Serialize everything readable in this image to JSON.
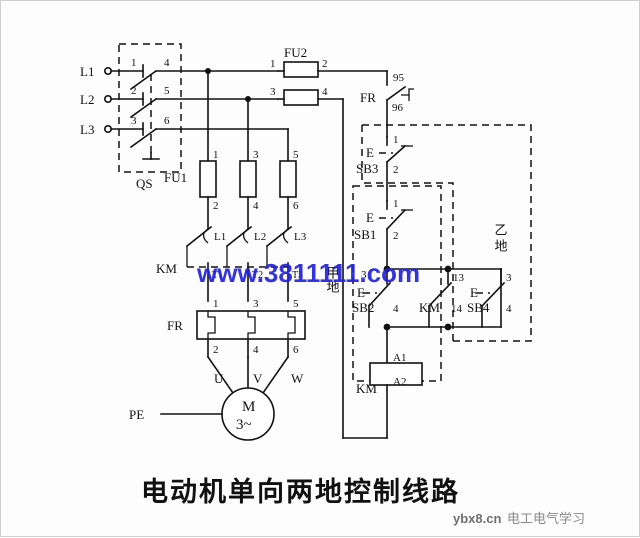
{
  "document": {
    "title": "电动机单向两地控制线路",
    "title_pinyin_meaning": "Motor one-way two-location control circuit",
    "background": "#ffffff",
    "line_color": "#111111"
  },
  "watermarks": {
    "center_blue": "www.3811111.com",
    "center_blue_color": "#2222dd",
    "bottom_right_site": "ybx8.cn",
    "bottom_right_text": "电工电气学习",
    "bottom_right_color": "#8a8a8a"
  },
  "supply": {
    "phases": [
      "L1",
      "L2",
      "L3"
    ],
    "earth": "PE"
  },
  "devices": [
    {
      "tag": "QS",
      "name": "isolator-switch",
      "type": "三极隔离开关",
      "terminals_in": [
        "1",
        "2",
        "3"
      ],
      "terminals_out": [
        "4",
        "5",
        "6"
      ]
    },
    {
      "tag": "FU1",
      "name": "main-fuses",
      "type": "主电路熔断器",
      "terminals_top": [
        "1",
        "3",
        "5"
      ],
      "terminals_bottom": [
        "2",
        "4",
        "6"
      ]
    },
    {
      "tag": "FU2",
      "name": "control-fuses",
      "type": "控制电路熔断器",
      "fuse_a": {
        "in": "1",
        "out": "2"
      },
      "fuse_b": {
        "in": "3",
        "out": "4"
      }
    },
    {
      "tag": "KM",
      "name": "contactor-main-contacts",
      "type": "接触器主触点",
      "contact_tops": [
        "L1",
        "L2",
        "L3"
      ],
      "contact_bottoms": [
        "T1",
        "T2",
        "T3"
      ]
    },
    {
      "tag": "FR",
      "name": "thermal-overload-relay",
      "type": "热继电器",
      "heater_terminals_top": [
        "1",
        "3",
        "5"
      ],
      "heater_terminals_bottom": [
        "2",
        "4",
        "6"
      ],
      "nc_contact": {
        "in": "95",
        "out": "96"
      }
    },
    {
      "tag": "M",
      "name": "motor",
      "type": "三相异步电动机",
      "symbol_line1": "M",
      "symbol_line2": "3~",
      "windings": [
        "U",
        "V",
        "W"
      ]
    },
    {
      "tag": "SB3",
      "name": "stop-button-location-b",
      "type": "停止按钮 (乙地)",
      "terminals": [
        "1",
        "2"
      ],
      "actuator": "E"
    },
    {
      "tag": "SB1",
      "name": "stop-button-location-a",
      "type": "停止按钮 (甲地)",
      "terminals": [
        "1",
        "2"
      ],
      "actuator": "E"
    },
    {
      "tag": "SB2",
      "name": "start-button-location-a",
      "type": "启动按钮 (甲地)",
      "terminals": [
        "3",
        "4"
      ],
      "actuator": "E"
    },
    {
      "tag": "SB4",
      "name": "start-button-location-b",
      "type": "启动按钮 (乙地)",
      "terminals": [
        "3",
        "4"
      ],
      "actuator": "E"
    },
    {
      "tag": "KM",
      "name": "contactor-aux-contact",
      "type": "接触器自锁触点",
      "terminals": [
        "13",
        "14"
      ]
    },
    {
      "tag": "KM",
      "name": "contactor-coil",
      "type": "接触器线圈",
      "terminals": [
        "A1",
        "A2"
      ]
    }
  ],
  "zones": [
    {
      "name": "location-a",
      "label": "甲地",
      "meaning": "Location A"
    },
    {
      "name": "location-b",
      "label": "乙地",
      "meaning": "Location B"
    }
  ],
  "labels": {
    "qs": "QS",
    "fu1": "FU1",
    "fu2": "FU2",
    "km": "KM",
    "fr": "FR",
    "sb1": "SB1",
    "sb2": "SB2",
    "sb3": "SB3",
    "sb4": "SB4",
    "pe": "PE",
    "motor_m": "M",
    "motor_phase": "3~",
    "actuator_e": "E",
    "l1": "L1",
    "l2": "L2",
    "l3": "L3",
    "t1": "T1",
    "t2": "T2",
    "t3": "T3",
    "u": "U",
    "v": "V",
    "w": "W",
    "a1": "A1",
    "a2": "A2",
    "n1": "1",
    "n2": "2",
    "n3": "3",
    "n4": "4",
    "n5": "5",
    "n6": "6",
    "n13": "13",
    "n14": "14",
    "n95": "95",
    "n96": "96",
    "zone_a": "甲地",
    "zone_b": "乙地"
  }
}
